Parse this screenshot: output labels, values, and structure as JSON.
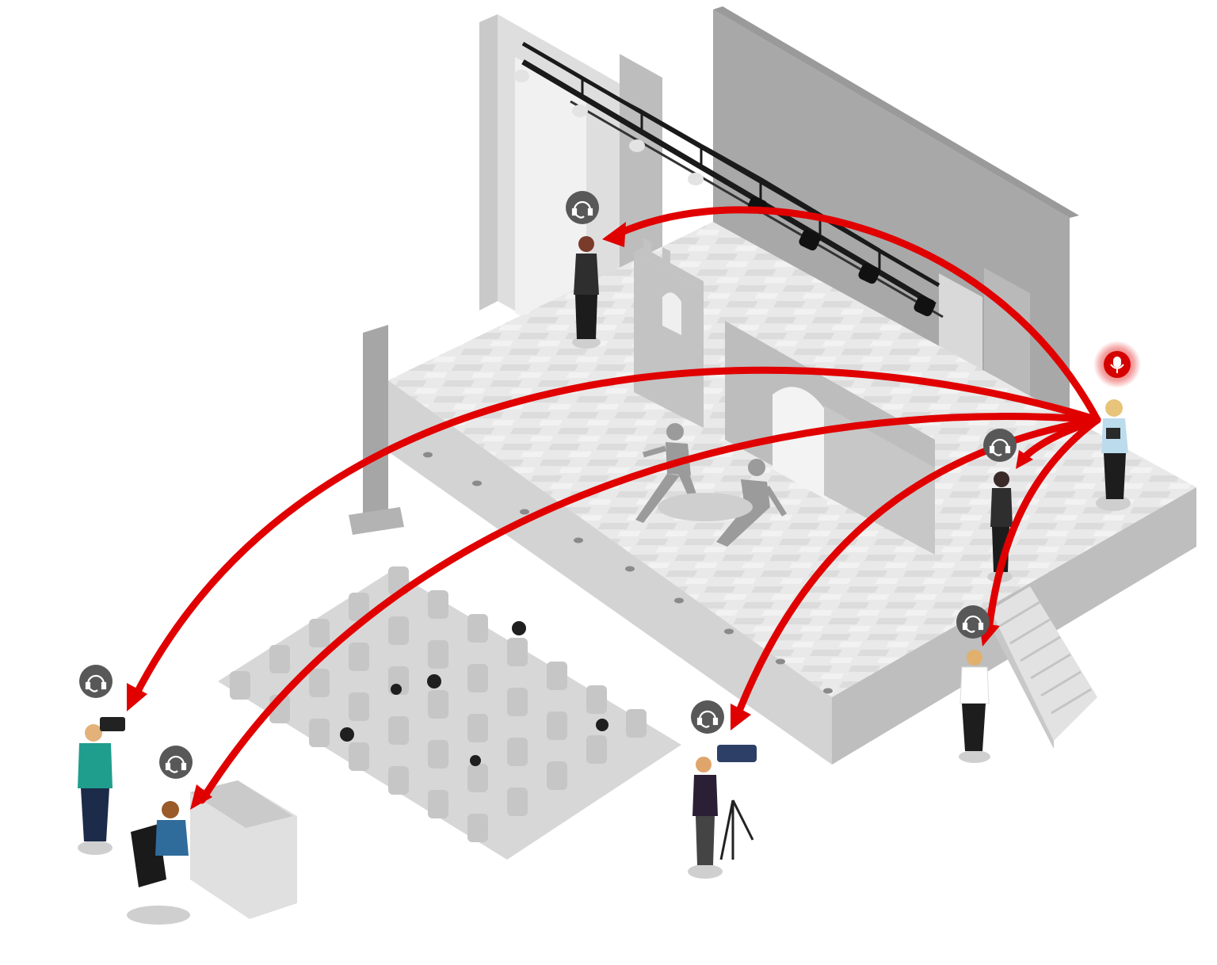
{
  "diagram": {
    "type": "isometric-illustration",
    "subject": "intercom",
    "colors": {
      "arrow": "#e00000",
      "talker": "#d40000",
      "listener": "#555555",
      "stage": "#e6e6e6",
      "stage_side": "#cfcfcf",
      "backdrop": "#a9a9a9",
      "wall": "#dadada",
      "seat": "#cdcdcd",
      "truss": "#1a1a1a"
    },
    "talker": {
      "icon": "microphone-icon",
      "role": "stage-manager"
    },
    "listeners": [
      {
        "icon": "headset-icon",
        "role": "actor-upstage"
      },
      {
        "icon": "headset-icon",
        "role": "stagehand-wing"
      },
      {
        "icon": "headset-icon",
        "role": "usher-stairs"
      },
      {
        "icon": "headset-icon",
        "role": "camera-operator-tripod"
      },
      {
        "icon": "headset-icon",
        "role": "camera-operator-handheld"
      },
      {
        "icon": "headset-icon",
        "role": "sound-engineer-console"
      }
    ],
    "audience": {
      "rows": 5,
      "seats_per_row": 7
    }
  }
}
